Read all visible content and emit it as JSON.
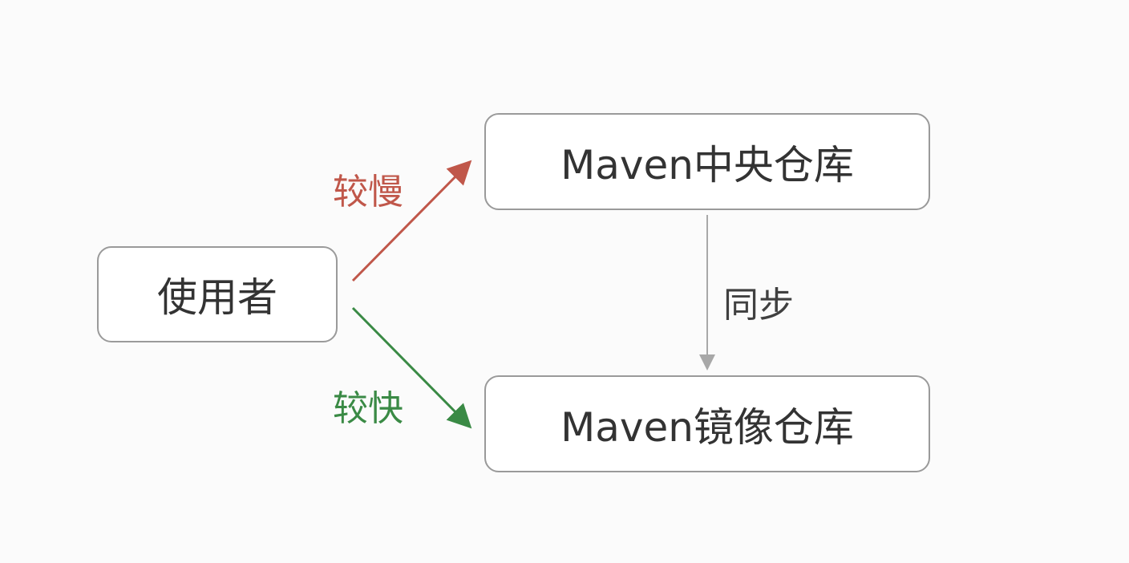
{
  "nodes": {
    "user": "使用者",
    "central_repo": "Maven中央仓库",
    "mirror_repo": "Maven镜像仓库"
  },
  "edges": {
    "slow_label": "较慢",
    "fast_label": "较快",
    "sync_label": "同步"
  },
  "colors": {
    "slow": "#c0574a",
    "fast": "#3a8a45",
    "sync": "#a8a8a8",
    "node_border": "#9a9a9a",
    "text": "#333333"
  }
}
